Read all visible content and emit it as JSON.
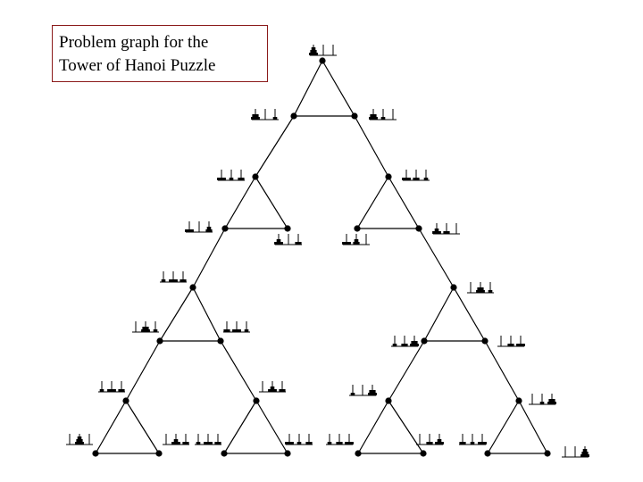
{
  "title": {
    "line1": "Problem graph for the",
    "line2": "Tower of Hanoi Puzzle"
  },
  "colors": {
    "ink": "#000000",
    "frame": "#8b1a1a",
    "background": "#ffffff"
  },
  "graph": {
    "disks": 3,
    "pegs": 3,
    "states": 27
  }
}
